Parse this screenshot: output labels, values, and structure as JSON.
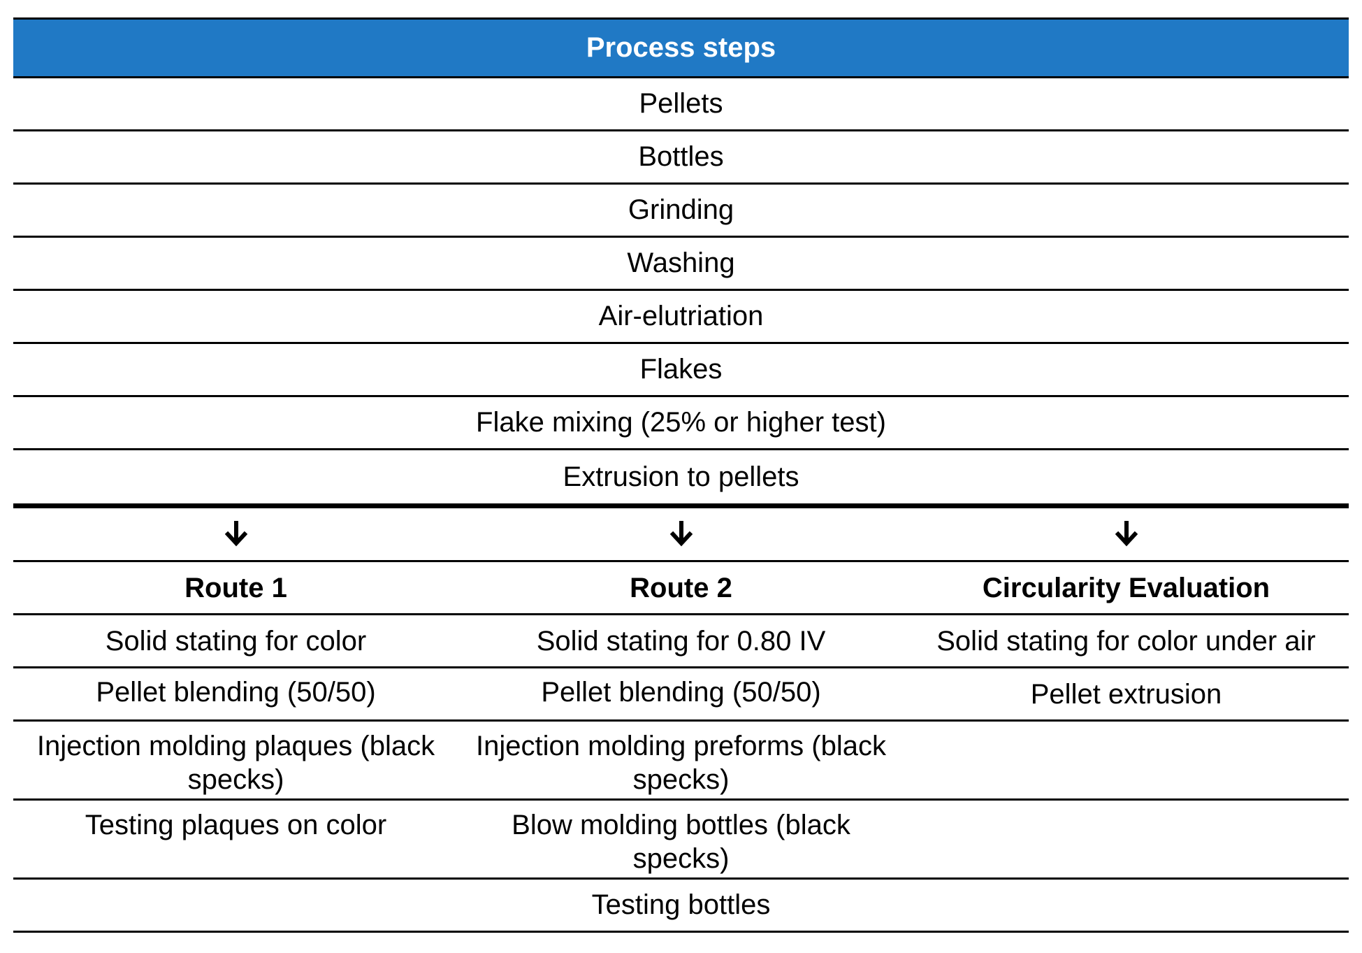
{
  "header": {
    "title": "Process steps"
  },
  "steps": [
    "Pellets",
    "Bottles",
    "Grinding",
    "Washing",
    "Air-elutriation",
    "Flakes",
    "Flake mixing (25% or higher test)",
    "Extrusion to pellets"
  ],
  "arrow_icon": "arrow-down-icon",
  "routes": {
    "titles": [
      "Route 1",
      "Route 2",
      "Circularity Evaluation"
    ],
    "rows": [
      [
        "Solid stating for color",
        "Solid stating for 0.80 IV",
        "Solid stating for color under air"
      ],
      [
        "Pellet blending (50/50)",
        "Pellet blending (50/50)",
        "Pellet extrusion"
      ],
      [
        "Injection molding plaques (black specks)",
        "Injection molding preforms (black specks)",
        ""
      ],
      [
        "Testing plaques on color",
        "Blow molding bottles (black specks)",
        ""
      ]
    ],
    "final": "Testing bottles"
  },
  "colors": {
    "header_bg": "#2079c5",
    "header_text": "#ffffff",
    "rule": "#000000"
  }
}
